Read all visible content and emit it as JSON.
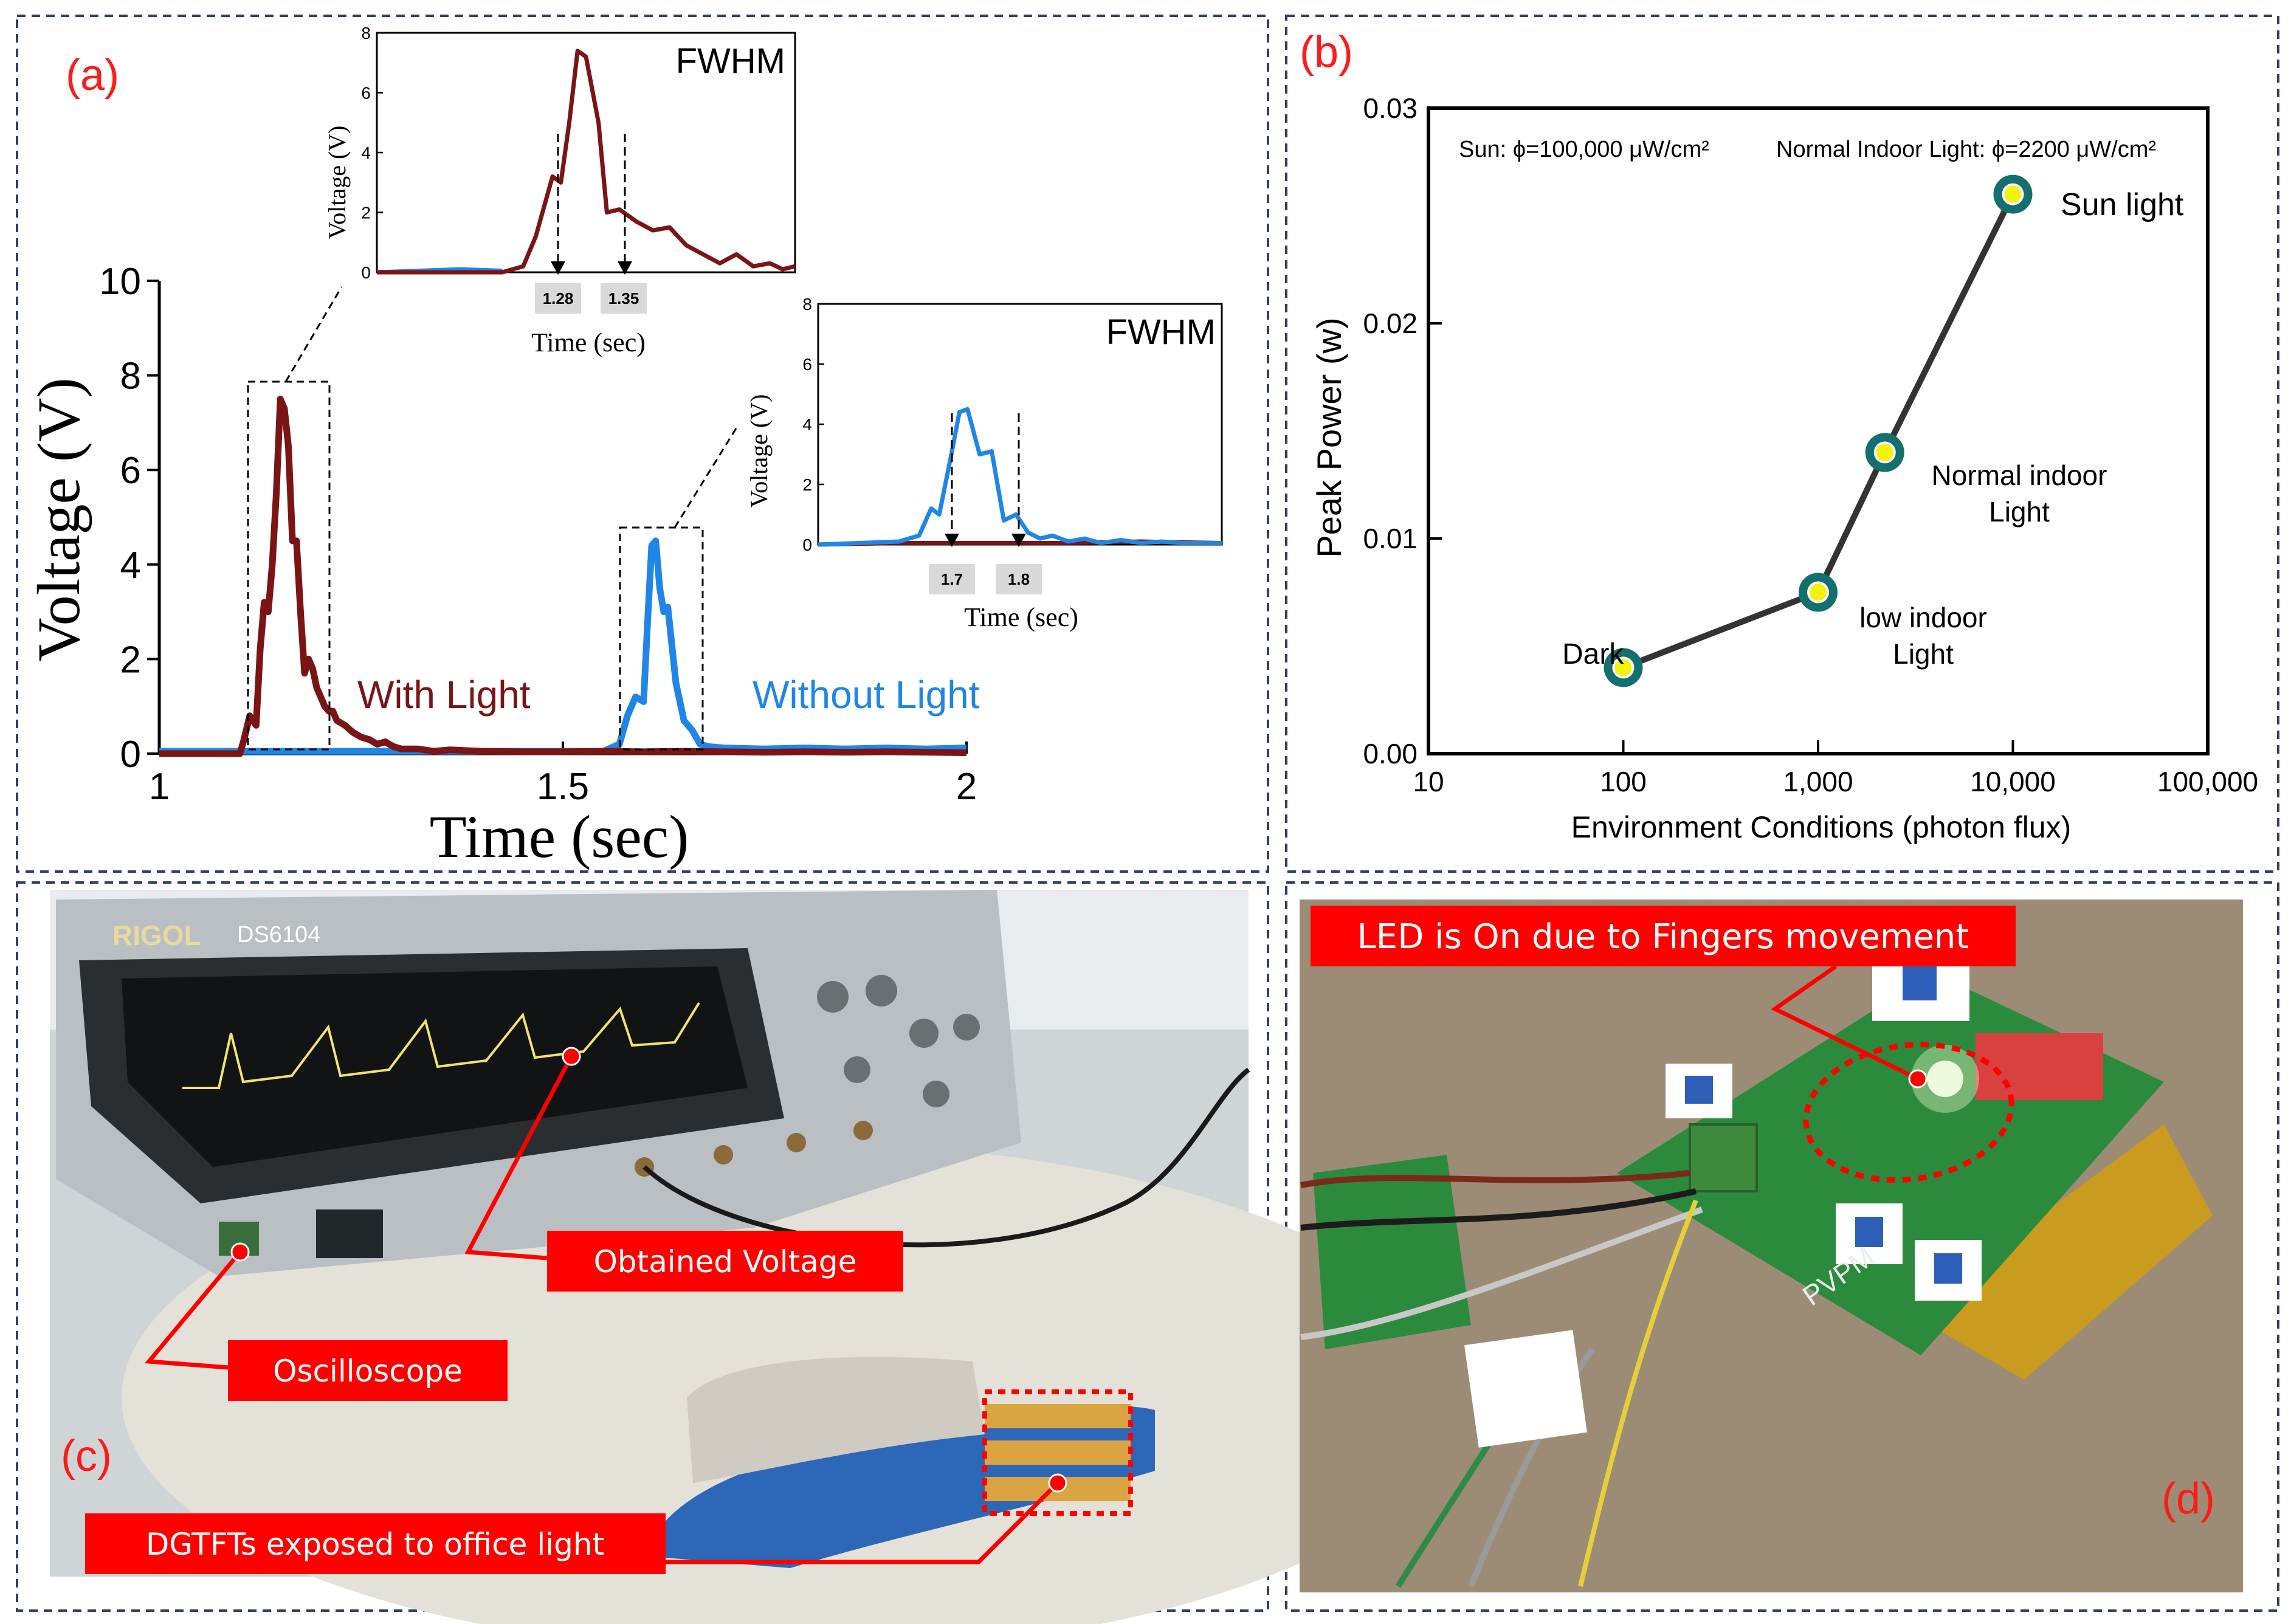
{
  "panels": {
    "a": {
      "label": "(a)"
    },
    "b": {
      "label": "(b)"
    },
    "c": {
      "label": "(c)"
    },
    "d": {
      "label": "(d)"
    }
  },
  "chart_data": [
    {
      "id": "a-main",
      "type": "line",
      "xlabel": "Time (sec)",
      "ylabel": "Voltage (V)",
      "xlim": [
        1,
        2
      ],
      "ylim": [
        0,
        10
      ],
      "xticks": [
        1,
        1.5,
        2
      ],
      "xtick_labels": [
        "1",
        "1.5",
        "2"
      ],
      "yticks": [
        0,
        2,
        4,
        6,
        8,
        10
      ],
      "series": [
        {
          "name": "With Light",
          "color": "#7b1414",
          "x": [
            1.0,
            1.05,
            1.1,
            1.105,
            1.112,
            1.12,
            1.125,
            1.13,
            1.135,
            1.14,
            1.145,
            1.15,
            1.155,
            1.16,
            1.165,
            1.17,
            1.175,
            1.18,
            1.185,
            1.19,
            1.195,
            1.2,
            1.205,
            1.21,
            1.215,
            1.22,
            1.23,
            1.24,
            1.25,
            1.26,
            1.27,
            1.28,
            1.29,
            1.3,
            1.32,
            1.34,
            1.36,
            1.4,
            1.45,
            1.5,
            1.55,
            1.6,
            1.65,
            1.7,
            1.75,
            1.8,
            1.85,
            1.9,
            1.95,
            2.0
          ],
          "y": [
            0,
            0,
            0,
            0.3,
            0.8,
            0.6,
            2.2,
            3.2,
            3.0,
            4.0,
            5.5,
            7.5,
            7.3,
            6.5,
            4.5,
            4.5,
            3.0,
            1.7,
            2.0,
            1.8,
            1.4,
            1.2,
            1.0,
            0.9,
            0.9,
            0.7,
            0.6,
            0.45,
            0.35,
            0.3,
            0.2,
            0.25,
            0.15,
            0.1,
            0.1,
            0.05,
            0.08,
            0.05,
            0.04,
            0.04,
            0.05,
            0.04,
            0.05,
            0.04,
            0.03,
            0.04,
            0.03,
            0.04,
            0.03,
            0.02
          ]
        },
        {
          "name": "Without  Light",
          "color": "#1f86e8",
          "x": [
            1.0,
            1.1,
            1.2,
            1.3,
            1.4,
            1.5,
            1.55,
            1.57,
            1.58,
            1.59,
            1.6,
            1.605,
            1.61,
            1.615,
            1.62,
            1.625,
            1.63,
            1.64,
            1.65,
            1.66,
            1.67,
            1.68,
            1.7,
            1.75,
            1.8,
            1.85,
            1.9,
            1.95,
            2.0
          ],
          "y": [
            0.05,
            0.05,
            0.05,
            0.05,
            0.05,
            0.05,
            0.05,
            0.2,
            0.8,
            1.2,
            1.1,
            2.8,
            4.4,
            4.5,
            3.5,
            3.0,
            3.1,
            1.5,
            0.7,
            0.5,
            0.2,
            0.15,
            0.12,
            0.1,
            0.12,
            0.1,
            0.12,
            0.1,
            0.12
          ]
        }
      ]
    },
    {
      "id": "a-inset-1",
      "type": "line",
      "title": "FWHM",
      "xlabel": "Time (sec)",
      "ylabel": "Voltage (V)",
      "ylim": [
        0,
        8
      ],
      "yticks": [
        0,
        2,
        4,
        6,
        8
      ],
      "markers": [
        "1.28",
        "1.35"
      ],
      "series": [
        {
          "name": "With Light",
          "color": "#7b1414",
          "x": [
            0,
            0.1,
            0.2,
            0.3,
            0.35,
            0.38,
            0.42,
            0.44,
            0.46,
            0.48,
            0.5,
            0.53,
            0.55,
            0.58,
            0.62,
            0.66,
            0.7,
            0.74,
            0.78,
            0.82,
            0.86,
            0.9,
            0.94,
            0.97,
            1.0
          ],
          "y": [
            0,
            0,
            0,
            0,
            0.2,
            1.2,
            3.2,
            3.0,
            5.0,
            7.4,
            7.2,
            5.0,
            2.0,
            2.1,
            1.7,
            1.4,
            1.5,
            0.9,
            0.6,
            0.3,
            0.6,
            0.2,
            0.3,
            0.1,
            0.2
          ]
        },
        {
          "name": "Without  Light",
          "color": "#1f86e8",
          "x": [
            0,
            0.1,
            0.2,
            0.3
          ],
          "y": [
            0,
            0.05,
            0.1,
            0.05
          ]
        }
      ]
    },
    {
      "id": "a-inset-2",
      "type": "line",
      "title": "FWHM",
      "xlabel": "Time (sec)",
      "ylabel": "Voltage (V)",
      "ylim": [
        0,
        8
      ],
      "yticks": [
        0,
        2,
        4,
        6,
        8
      ],
      "markers": [
        "1.7",
        "1.8"
      ],
      "series": [
        {
          "name": "Without  Light",
          "color": "#1f86e8",
          "x": [
            0,
            0.1,
            0.2,
            0.25,
            0.28,
            0.3,
            0.33,
            0.35,
            0.37,
            0.4,
            0.43,
            0.46,
            0.49,
            0.52,
            0.55,
            0.58,
            0.62,
            0.66,
            0.7,
            0.75,
            0.8,
            0.85,
            0.9,
            1.0
          ],
          "y": [
            0,
            0.05,
            0.1,
            0.3,
            1.2,
            1.0,
            3.0,
            4.4,
            4.5,
            3.0,
            3.1,
            0.8,
            1.0,
            0.4,
            0.2,
            0.3,
            0.1,
            0.2,
            0.05,
            0.15,
            0.05,
            0.1,
            0.05,
            0.05
          ]
        },
        {
          "name": "With Light",
          "color": "#7b1414",
          "x": [
            0,
            0.2,
            0.4,
            0.6,
            0.8,
            1.0
          ],
          "y": [
            0,
            0.05,
            0.05,
            0.05,
            0.1,
            0.05
          ]
        }
      ]
    },
    {
      "id": "b",
      "type": "line",
      "xlabel": "Environment Conditions (photon flux)",
      "ylabel": "Peak Power (w)",
      "xscale": "log",
      "xlim": [
        10,
        100000
      ],
      "ylim": [
        0,
        0.03
      ],
      "xticks": [
        10,
        100,
        1000,
        10000,
        100000
      ],
      "xtick_labels": [
        "10",
        "100",
        "1,000",
        "10,000",
        "100,000"
      ],
      "yticks": [
        0,
        0.01,
        0.02,
        0.03
      ],
      "ytick_labels": [
        "0.00",
        "0.01",
        "0.02",
        "0.03"
      ],
      "header_left": "Sun: ϕ=100,000 μW/cm²",
      "header_right": "Normal Indoor Light: ϕ=2200 μW/cm²",
      "points": [
        {
          "x": 100,
          "y": 0.004,
          "label": "Dark"
        },
        {
          "x": 1000,
          "y": 0.0075,
          "label": "low indoor Light"
        },
        {
          "x": 2200,
          "y": 0.014,
          "label": "Normal indoor Light"
        },
        {
          "x": 10000,
          "y": 0.026,
          "label": "Sun light"
        }
      ]
    }
  ],
  "photo_c": {
    "callouts": {
      "obtained": "Obtained Voltage",
      "oscilloscope": "Oscilloscope",
      "dgtft": "DGTFTs exposed to office light"
    },
    "brand": "RIGOL",
    "model": "DS6104"
  },
  "photo_d": {
    "callouts": {
      "led": "LED is On due to Fingers movement"
    },
    "board_text": "PVPM"
  }
}
